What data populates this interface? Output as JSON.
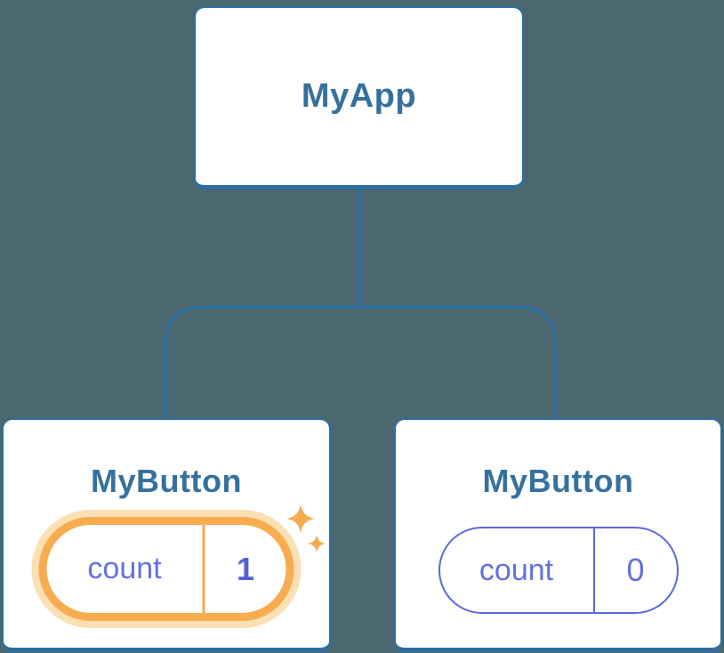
{
  "tree": {
    "type": "component-tree",
    "root": {
      "label": "MyApp"
    },
    "children": [
      {
        "label": "MyButton",
        "state_key": "count",
        "state_value": "1",
        "highlighted": true
      },
      {
        "label": "MyButton",
        "state_key": "count",
        "state_value": "0",
        "highlighted": false
      }
    ]
  },
  "icons": {
    "sparkle": "four-point-sparkle"
  },
  "colors": {
    "background": "#4B6770",
    "card_border": "#2E6F9F",
    "node_title": "#36719E",
    "state_purple": "#6470DF",
    "state_purple_bold": "#5560D6",
    "highlight_orange": "#F7AC4F",
    "highlight_glow": "#FBE0B5",
    "connector": "#2E6F9F"
  }
}
